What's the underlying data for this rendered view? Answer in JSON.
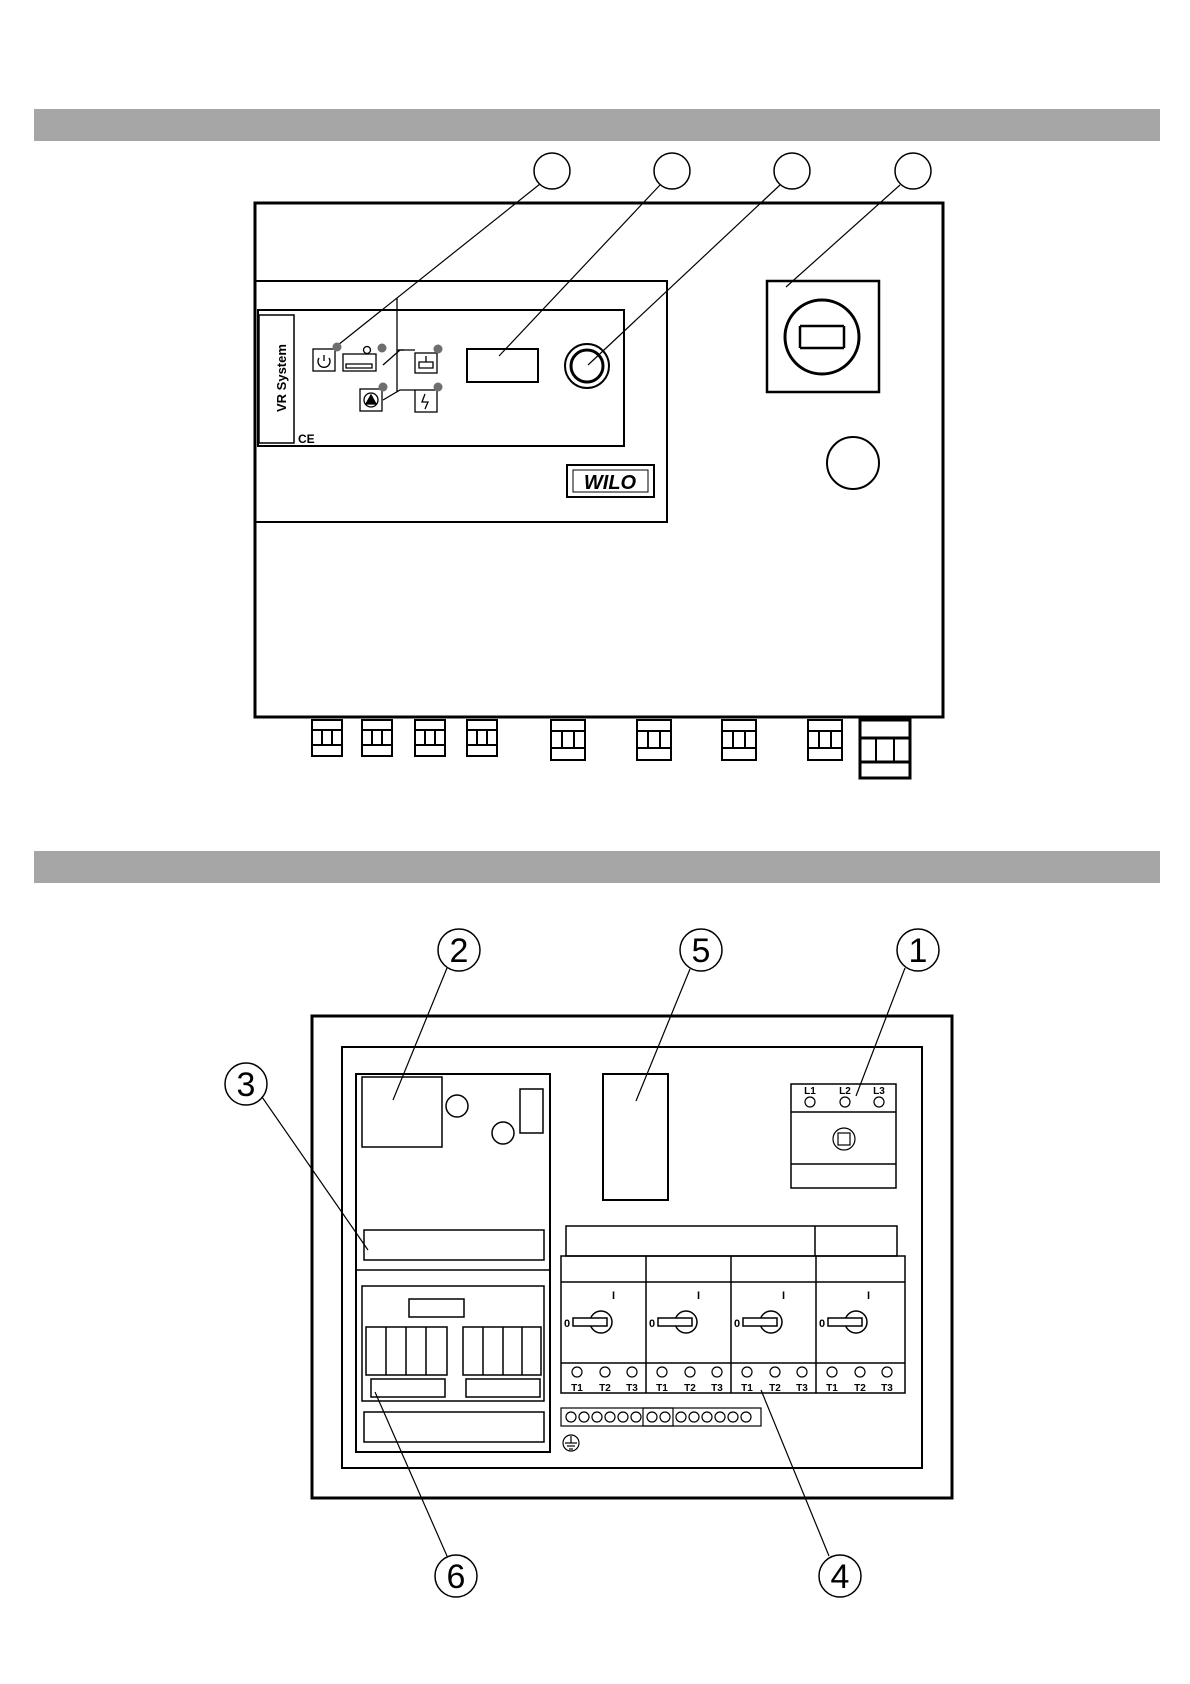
{
  "figure_top": {
    "brand_logo": "WILO",
    "panel_label": "VR System",
    "ce_mark": "CE",
    "icons": [
      "power-icon",
      "tank-level-icon",
      "pump-icon",
      "fault-lightning-icon",
      "output-icon"
    ]
  },
  "figure_bottom": {
    "callouts": [
      "2",
      "5",
      "1",
      "3",
      "6",
      "4"
    ],
    "main_switch_terminals": [
      "L1",
      "L2",
      "L3"
    ],
    "motor_switch_positions": {
      "off": "0",
      "on": "I"
    },
    "motor_switch_terminals": [
      "T1",
      "T2",
      "T3"
    ],
    "ground_icon": "earth-ground-icon"
  },
  "colors": {
    "band": "#a6a6a6",
    "indicator_led": "#6e6e6e",
    "line": "#000000"
  }
}
